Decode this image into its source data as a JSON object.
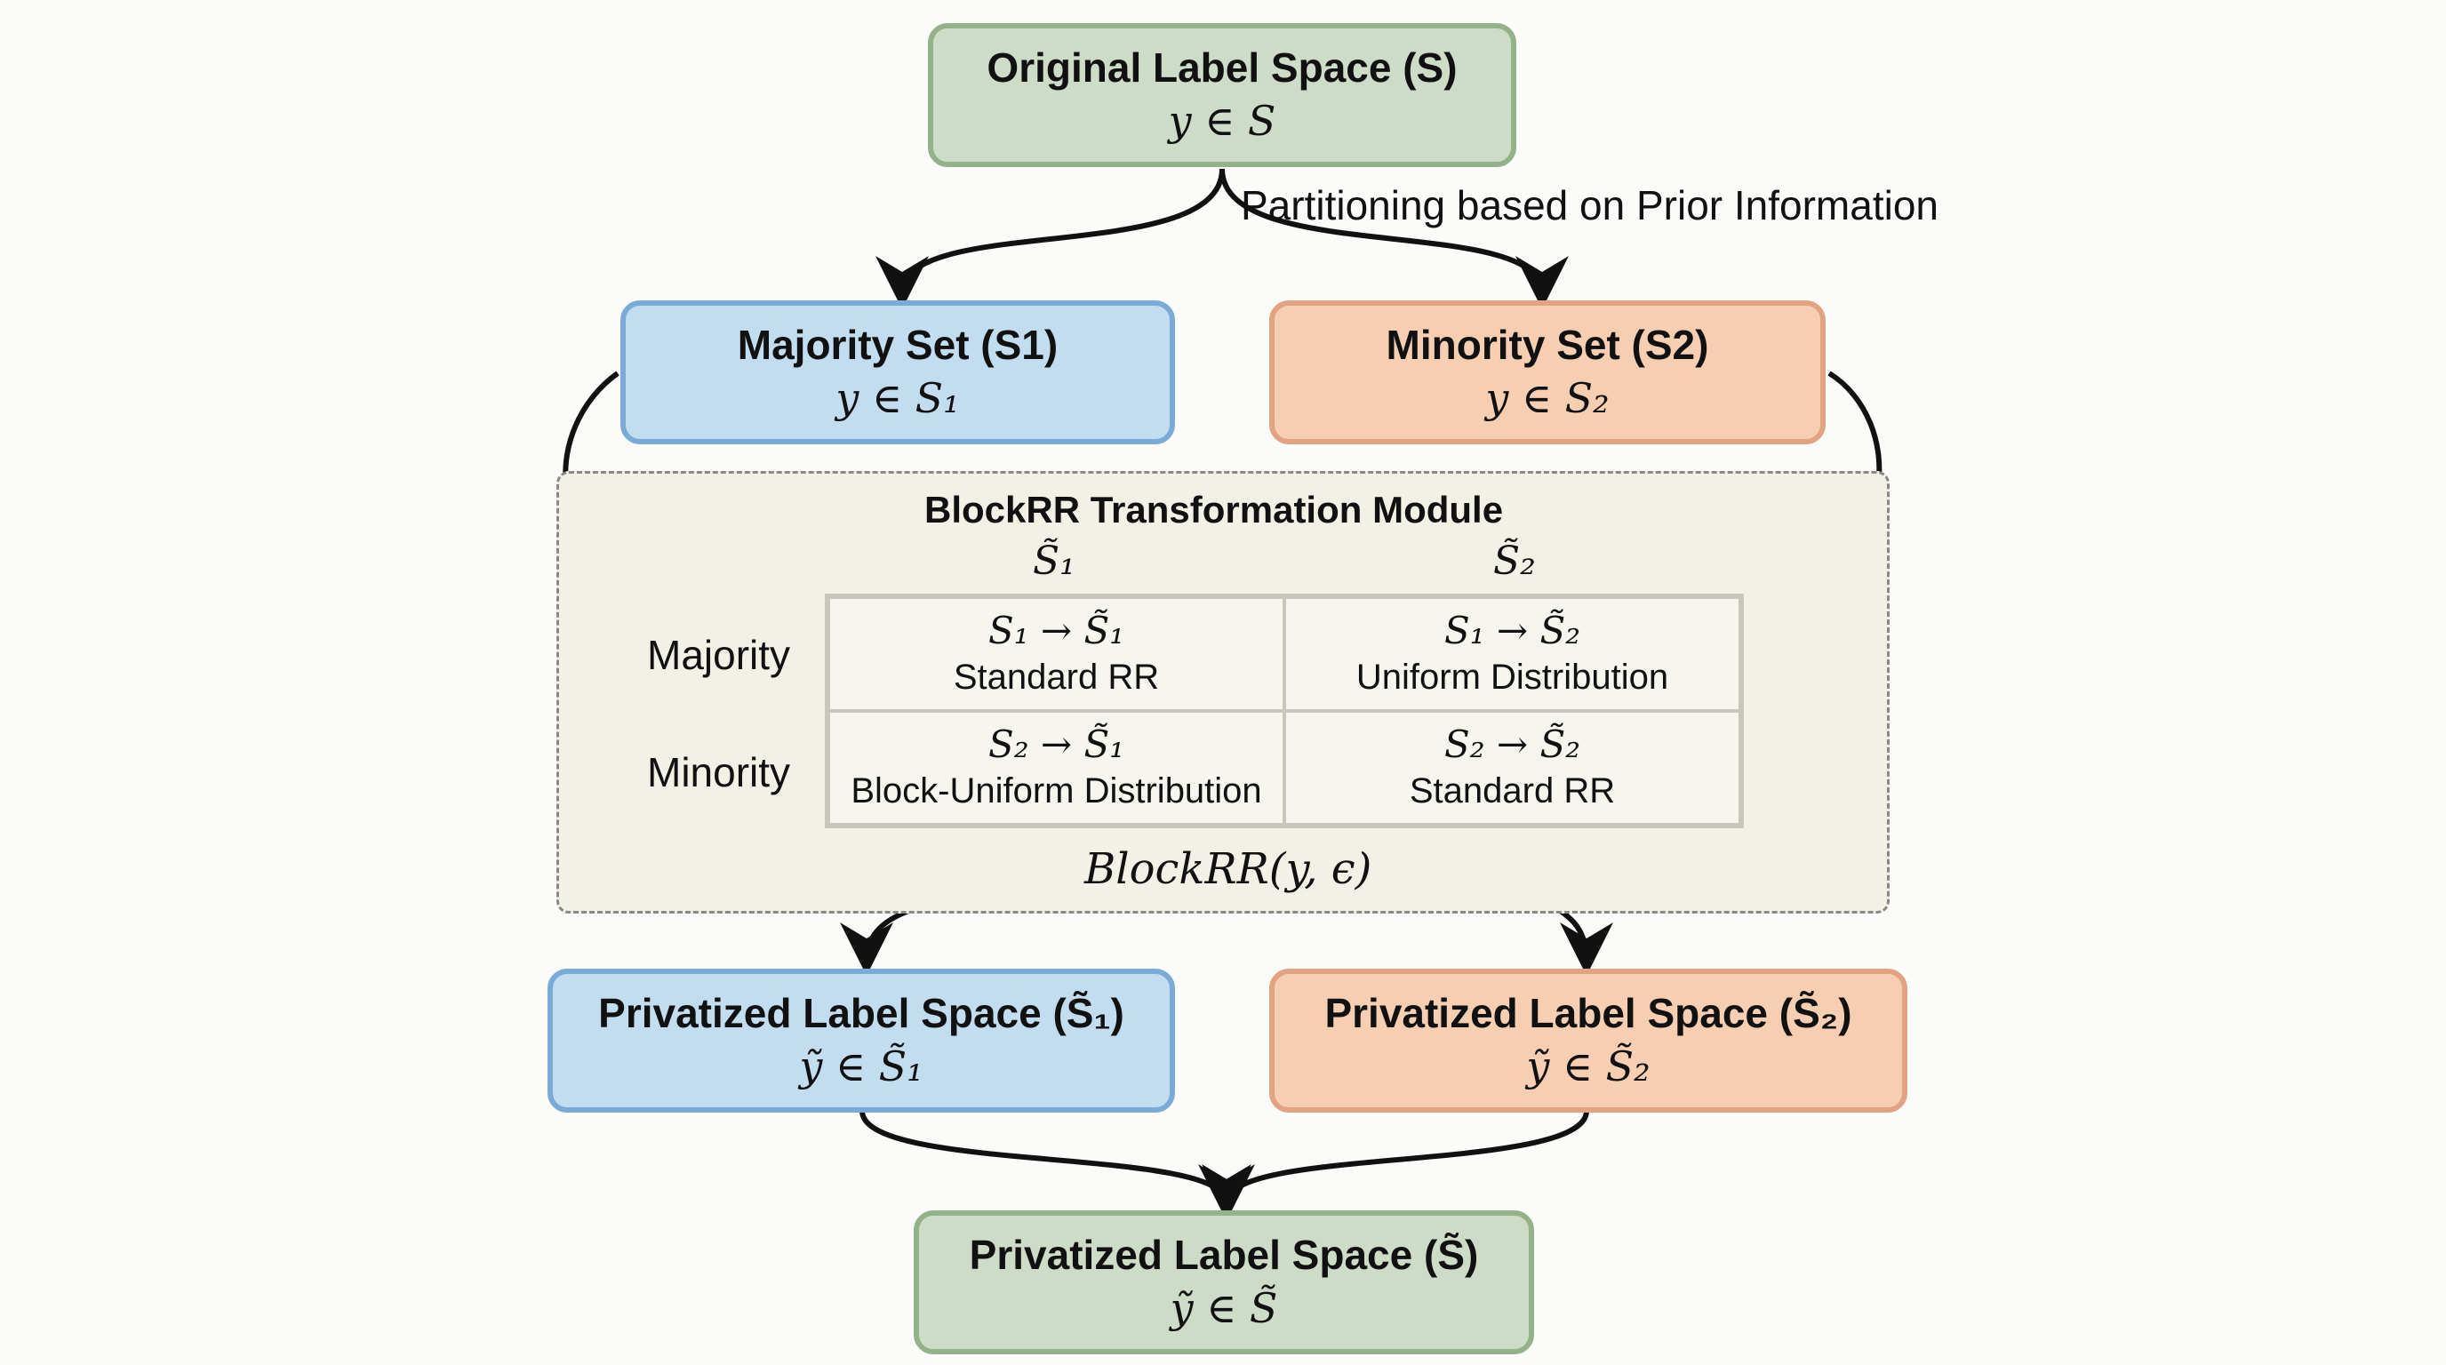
{
  "nodes": {
    "original": {
      "title": "Original Label Space (S)",
      "math": "y ∈ S"
    },
    "majority": {
      "title": "Majority Set (S1)",
      "math": "y ∈ S₁"
    },
    "minority": {
      "title": "Minority Set (S2)",
      "math": "y ∈ S₂"
    },
    "priv1": {
      "title": "Privatized Label Space (S̃₁)",
      "math": "ỹ ∈ S̃₁"
    },
    "priv2": {
      "title": "Privatized Label Space (S̃₂)",
      "math": "ỹ ∈ S̃₂"
    },
    "final": {
      "title": "Privatized Label Space (S̃)",
      "math": "ỹ ∈ S̃"
    }
  },
  "edge_label": "Partitioning based on Prior Information",
  "module": {
    "title": "BlockRR Transformation Module",
    "col_headers": [
      "S̃₁",
      "S̃₂"
    ],
    "row_labels": [
      "Majority",
      "Minority"
    ],
    "cells": [
      [
        {
          "math": "S₁ → S̃₁",
          "text": "Standard RR"
        },
        {
          "math": "S₁ → S̃₂",
          "text": "Uniform Distribution"
        }
      ],
      [
        {
          "math": "S₂ → S̃₁",
          "text": "Block-Uniform Distribution"
        },
        {
          "math": "S₂ → S̃₂",
          "text": "Standard RR"
        }
      ]
    ],
    "formula": "BlockRR(y, ϵ)"
  },
  "colors": {
    "green": "#cddcc6",
    "blue": "#c2dcf0",
    "orange": "#f6cfb3",
    "arrow": "#111111"
  }
}
